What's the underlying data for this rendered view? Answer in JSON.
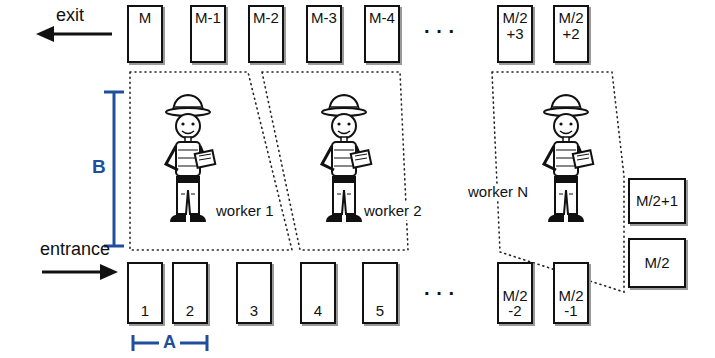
{
  "diagram": {
    "nodes": [
      {
        "text": [
          "M"
        ]
      },
      {
        "text": [
          "M-1"
        ]
      },
      {
        "text": [
          "M-2"
        ]
      },
      {
        "text": [
          "M-3"
        ]
      },
      {
        "text": [
          "M-4"
        ]
      },
      {
        "text": [
          "M/2 +3"
        ]
      },
      {
        "text": [
          "M/2 +2"
        ]
      },
      {
        "text": [
          "M/2+1"
        ]
      },
      {
        "text": [
          "M/2"
        ]
      },
      {
        "text": [
          "1"
        ]
      },
      {
        "text": [
          "2"
        ]
      },
      {
        "text": [
          "3"
        ]
      },
      {
        "text": [
          "4"
        ]
      },
      {
        "text": [
          "5"
        ]
      },
      {
        "text": [
          "M/2 -2"
        ]
      },
      {
        "text": [
          "M/2 -1"
        ]
      }
    ],
    "labels": [
      "exit",
      "entrance",
      "B",
      "A",
      "worker 1",
      "worker 2",
      "worker N",
      "· · ·",
      "· · ·"
    ]
  }
}
